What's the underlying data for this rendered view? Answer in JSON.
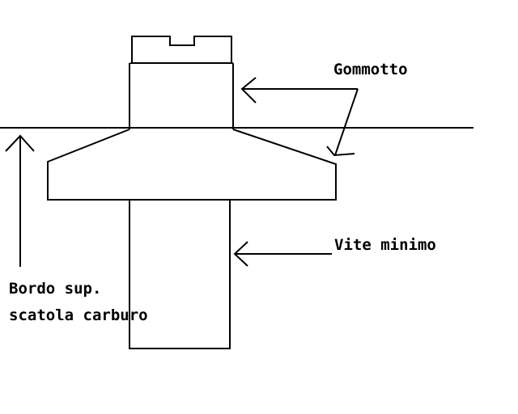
{
  "labels": {
    "gommotto": "Gommotto",
    "vite_minimo": "Vite minimo",
    "bordo_line1": "Bordo sup.",
    "bordo_line2": "scatola carburo"
  },
  "colors": {
    "stroke": "#000000",
    "background": "#ffffff"
  }
}
